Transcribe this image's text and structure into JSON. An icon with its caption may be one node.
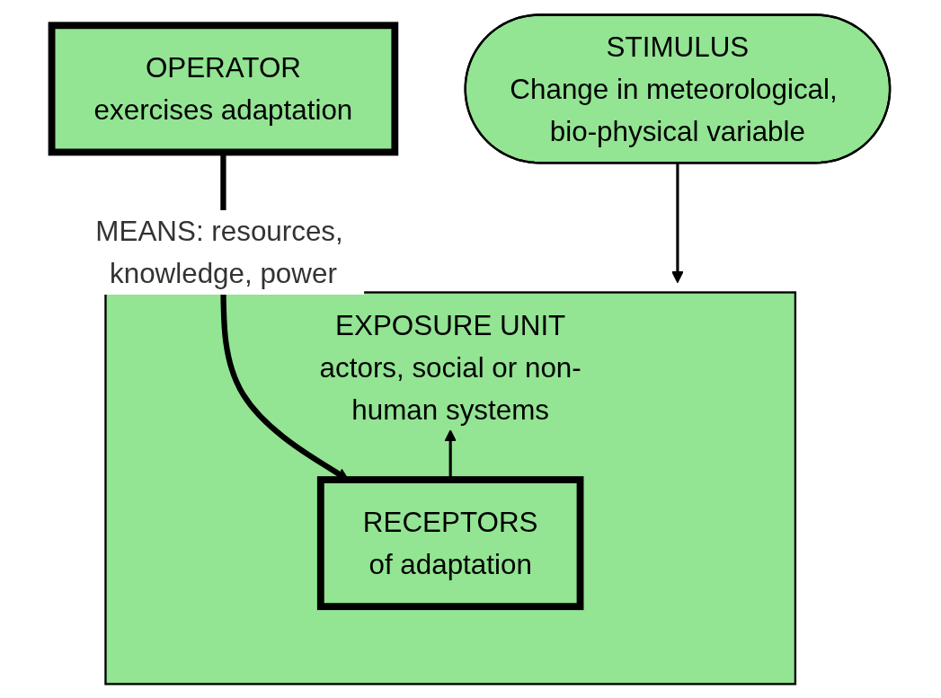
{
  "diagram": {
    "nodes": [
      {
        "text": [
          "STIMULUS",
          "Change in meteorological, bio-physical variable"
        ]
      },
      {
        "text": [
          "EXPOSURE UNIT",
          "actors, social or non-human systems"
        ]
      },
      {
        "text": [
          "RECEPTORS",
          "of adaptation"
        ],
        "in": 1
      },
      {
        "text": [
          "OPERATOR",
          "exercises adaptation"
        ]
      }
    ],
    "edges": [
      {
        "from": 0,
        "to": 1,
        "arrow": "to"
      },
      {
        "from": 2,
        "to": 1,
        "arrow": "to"
      },
      {
        "from": 3,
        "to": 2,
        "arrow": "to",
        "label": "MEANS: resources, knowledge, power",
        "style": "thick"
      }
    ]
  }
}
